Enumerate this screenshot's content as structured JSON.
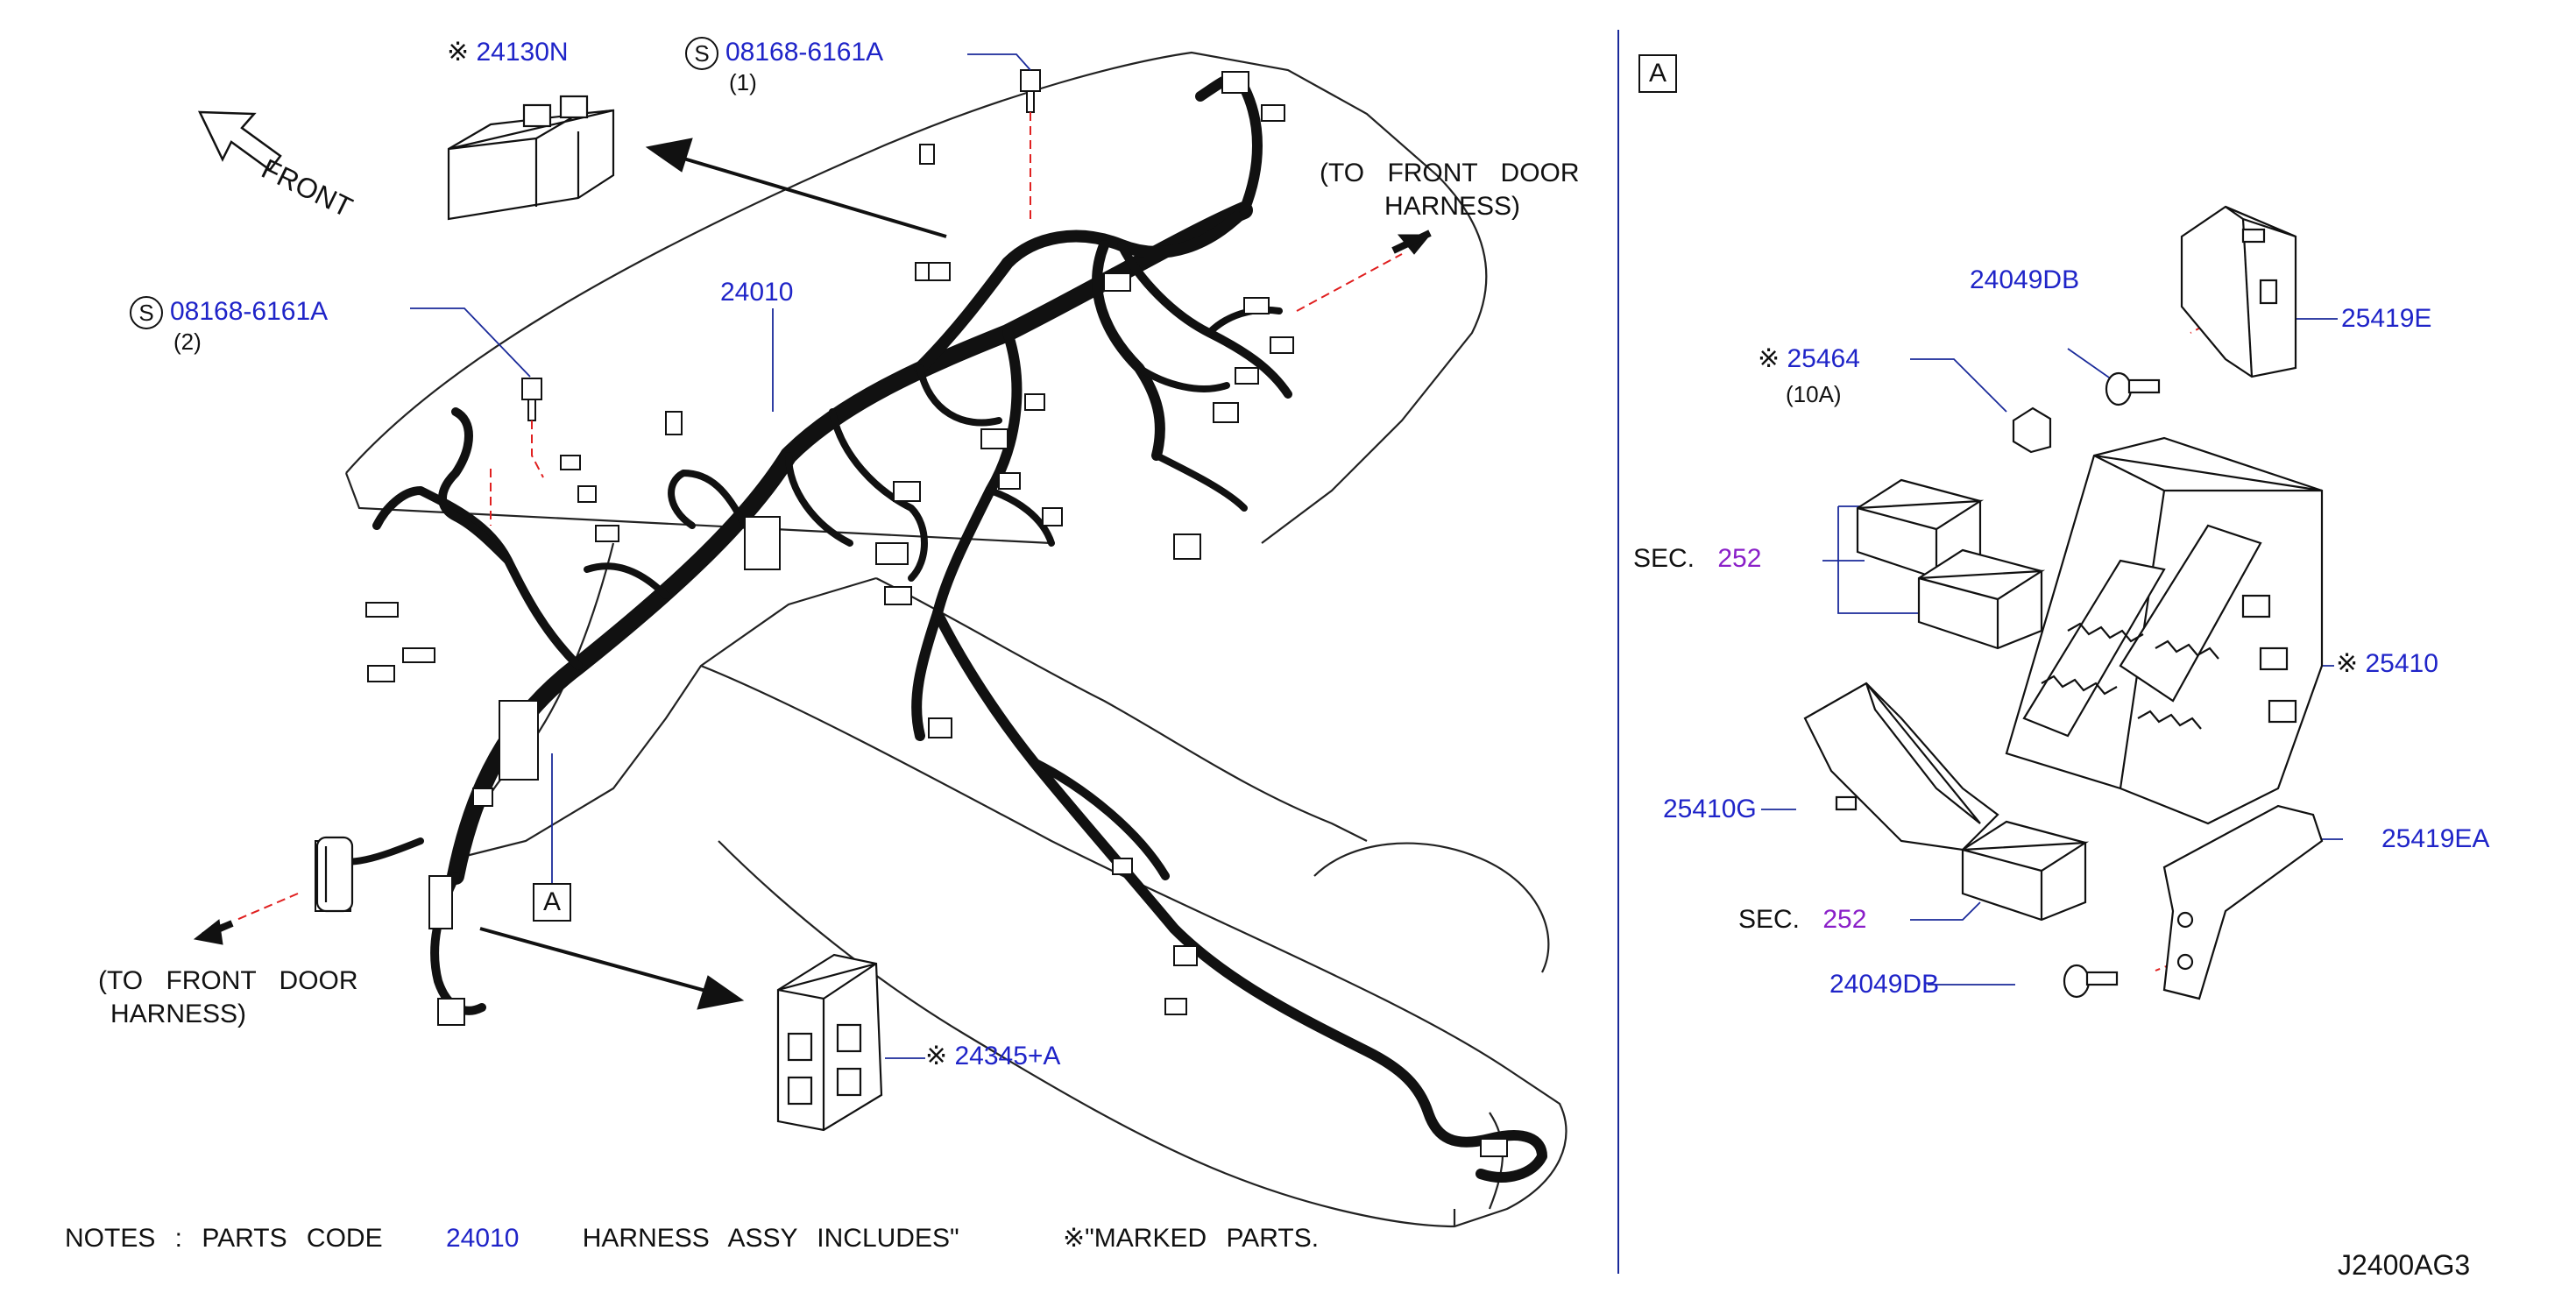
{
  "colors": {
    "part_number": "#1f24c8",
    "section_ref": "#8a1fc8",
    "text": "#111111",
    "guide_red": "#e02020"
  },
  "icons": [
    "front-arrow-icon",
    "s-circle-icon",
    "marked-part-icon",
    "callout-box-icon"
  ],
  "left": {
    "front_label": "FRONT",
    "labels": {
      "p24130n": "24130N",
      "bolt1_num": "08168-6161A",
      "bolt1_qty": "(1)",
      "bolt2_num": "08168-6161A",
      "bolt2_qty": "(2)",
      "harness_num": "24010",
      "p24345a": "24345+A",
      "to_front_door_right": "(TO FRONT DOOR",
      "harness_right": "HARNESS)",
      "to_front_door_left": "(TO FRONT DOOR",
      "harness_left": "HARNESS)",
      "callout_a": "A",
      "s_symbol": "S",
      "mark_symbol": "※"
    }
  },
  "right": {
    "callout_a": "A",
    "labels": {
      "p24049db_top": "24049DB",
      "p25419e": "25419E",
      "p25464": "25464",
      "p25464_rating": "(10A)",
      "sec_top": "SEC.",
      "sec_top_num": "252",
      "p25410": "25410",
      "p25410g": "25410G",
      "p25419ea": "25419EA",
      "sec_bot": "SEC.",
      "sec_bot_num": "252",
      "p24049db_bot": "24049DB"
    }
  },
  "notes": {
    "prefix": "NOTES : PARTS CODE",
    "code": "24010",
    "middle": "HARNESS ASSY INCLUDES\"",
    "suffix": "\"MARKED PARTS.",
    "mark": "※"
  },
  "diagram_id": "J2400AG3"
}
